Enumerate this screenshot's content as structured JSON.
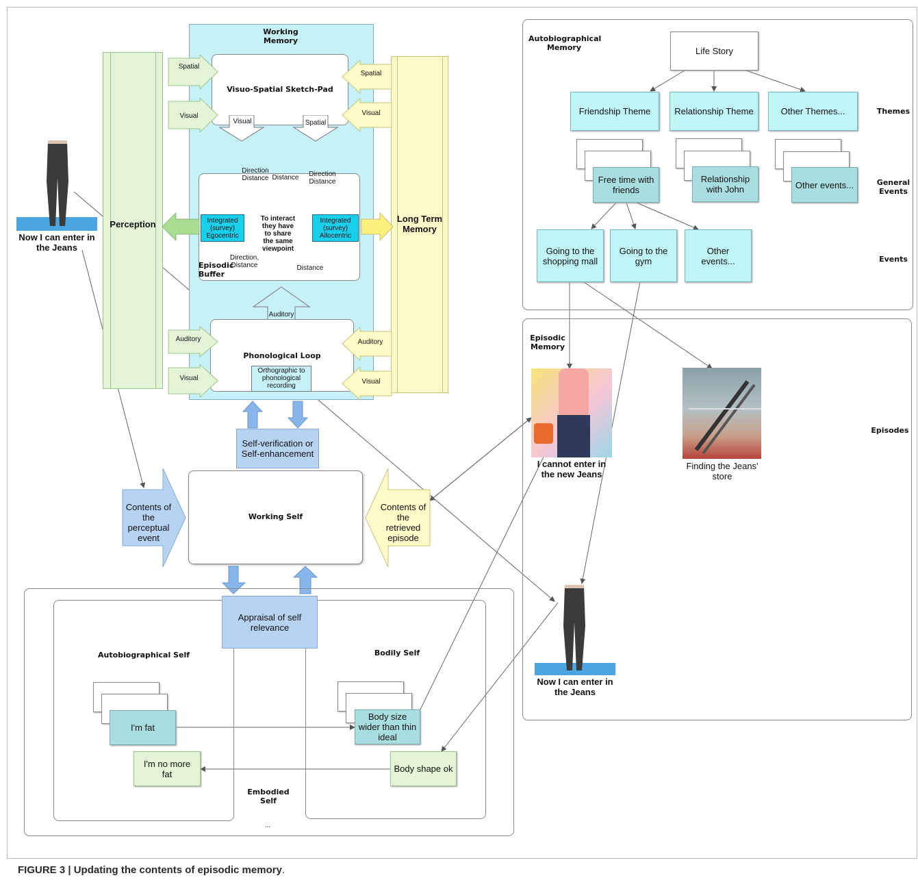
{
  "caption": {
    "bold": "FIGURE 3 | Updating the contents of episodic memory",
    "tail": "."
  },
  "working_memory": {
    "title": "Working\nMemory",
    "sketchpad": "Visuo-Spatial Sketch-Pad",
    "episodic_buffer": "Episodic\nBuffer",
    "phonological_loop": "Phonological Loop",
    "orthographic": "Orthographic to phonological recording",
    "integrated_ego": "Integrated (survey) Egocentric",
    "integrated_allo": "Integrated (survey) Allocentric",
    "interact_note": "To interact they have to share the same viewpoint",
    "lbl_visual": "Visual",
    "lbl_spatial": "Spatial",
    "lbl_auditory": "Auditory",
    "lbl_dir_dist_left": "Direction\nDistance",
    "lbl_distance_top": "Distance",
    "lbl_dir_dist_right": "Direction\nDistance",
    "lbl_dir_dist_bottom": "Direction,\nDistance",
    "lbl_distance_bottom": "Distance",
    "in_spatial_left": "Spatial",
    "in_visual_left": "Visual",
    "in_auditory_left": "Auditory",
    "in_visual_left2": "Visual",
    "in_spatial_right": "Spatial",
    "in_visual_right": "Visual",
    "in_auditory_right": "Auditory",
    "in_visual_right2": "Visual"
  },
  "perception": "Perception",
  "long_term_memory": "Long Term\nMemory",
  "person_left_caption": "Now I can enter in\nthe Jeans",
  "self_verification": "Self-verification or\nSelf-enhancement",
  "working_self": "Working Self",
  "contents_perceptual": "Contents of\nthe\nperceptual\nevent",
  "contents_retrieved": "Contents of\nthe\nretrieved\nepisode",
  "embodied": {
    "appraisal": "Appraisal of self\nrelevance",
    "autobiographical_self": "Autobiographical Self",
    "bodily_self": "Bodily Self",
    "im_fat": "I'm fat",
    "im_no_more_fat": "I'm no more\nfat",
    "body_size": "Body size\nwider than thin\nideal",
    "body_shape_ok": "Body shape ok",
    "embodied_self": "Embodied\nSelf",
    "ellipsis": "..."
  },
  "autobiographical_memory": {
    "title": "Autobiographical\nMemory",
    "life_story": "Life Story",
    "themes_label": "Themes",
    "general_events_label": "General\nEvents",
    "events_label": "Events",
    "friendship": "Friendship Theme",
    "relationship": "Relationship Theme",
    "other_themes": "Other Themes...",
    "free_time": "Free time with\nfriends",
    "rel_john": "Relationship\nwith John",
    "other_events_gen": "Other events...",
    "mall": "Going to the\nshopping mall",
    "gym": "Going to the\ngym",
    "other_events": "Other\nevents..."
  },
  "episodic_memory": {
    "title": "Episodic\nMemory",
    "episodes_label": "Episodes",
    "cannot_enter": "I cannot enter in\nthe new Jeans",
    "finding_store": "Finding the Jeans'\nstore",
    "now_enter": "Now I can enter in\nthe Jeans"
  }
}
